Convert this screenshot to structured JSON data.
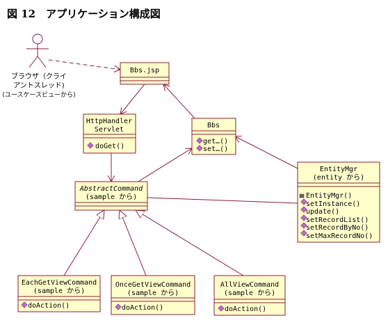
{
  "title": "図 12　アプリケーション構成図",
  "actor": {
    "lines": [
      "ブラウザ（クライ",
      "アントスレッド)",
      "(ユースケースビューから)"
    ]
  },
  "classes": {
    "bbs_jsp": {
      "name": "Bbs.jsp"
    },
    "http_handler": {
      "name_lines": [
        "HttpHandler",
        "Servlet"
      ],
      "ops": [
        "doGet()"
      ]
    },
    "bbs": {
      "name": "Bbs",
      "ops": [
        "get…()",
        "set…()"
      ]
    },
    "abstract_command": {
      "name_lines": [
        "AbstractCommand",
        "(sample から)"
      ]
    },
    "entity_mgr": {
      "name_lines": [
        "EntityMgr",
        "(entity から)"
      ],
      "ops": [
        "EntityMgr()",
        "setInstance()",
        "update()",
        "setRecordList()",
        "setRecordByNo()",
        "setMaxRecordNo()"
      ]
    },
    "each_get": {
      "name_lines": [
        "EachGetViewCommand",
        "(sample から)"
      ],
      "ops": [
        "doAction()"
      ]
    },
    "once_get": {
      "name_lines": [
        "OnceGetViewCommand",
        "(sample から)"
      ],
      "ops": [
        "doAction()"
      ]
    },
    "all_view": {
      "name_lines": [
        "AllViewCommand",
        "(sample から)"
      ],
      "ops": [
        "doAction()"
      ]
    }
  },
  "colors": {
    "box_fill": "#ffffcc",
    "line": "#8b1c3a",
    "operation_icon": "#c06ac0"
  }
}
